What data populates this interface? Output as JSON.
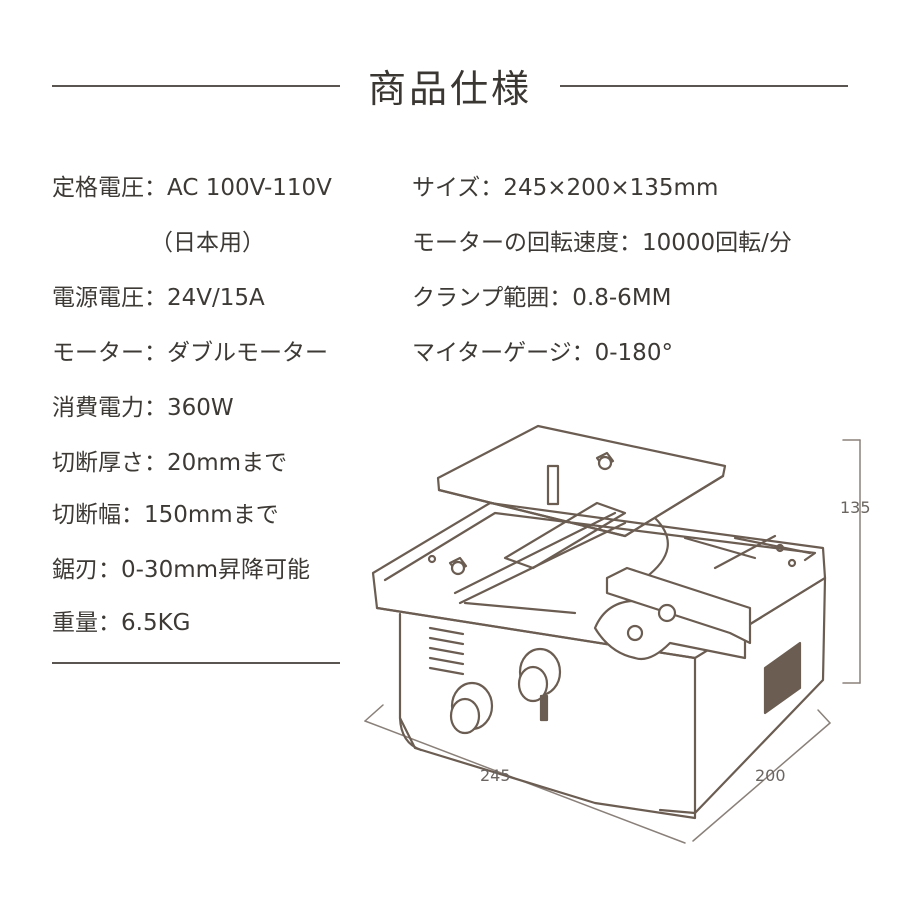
{
  "title": "商品仕様",
  "specs_left": [
    "定格電圧：AC 100V-110V",
    "（日本用）",
    "電源電圧：24V/15A",
    "モーター：ダブルモーター",
    "消費電力：360W",
    "切断厚さ：20mmまで",
    "切断幅：150mmまで",
    "鋸刃：0-30mm昇降可能",
    "重量：6.5KG"
  ],
  "specs_right": [
    "サイズ：245×200×135mm",
    "モーターの回転速度：10000回転/分",
    "クランプ範囲：0.8-6MM",
    "マイターゲージ：0-180°"
  ],
  "dimensions": {
    "height": "135",
    "length": "245",
    "depth": "200"
  },
  "colors": {
    "text": "#3d3a36",
    "line": "#5a5550",
    "illustration_stroke": "#6b5d52"
  },
  "illustration": "table-saw-line-drawing"
}
